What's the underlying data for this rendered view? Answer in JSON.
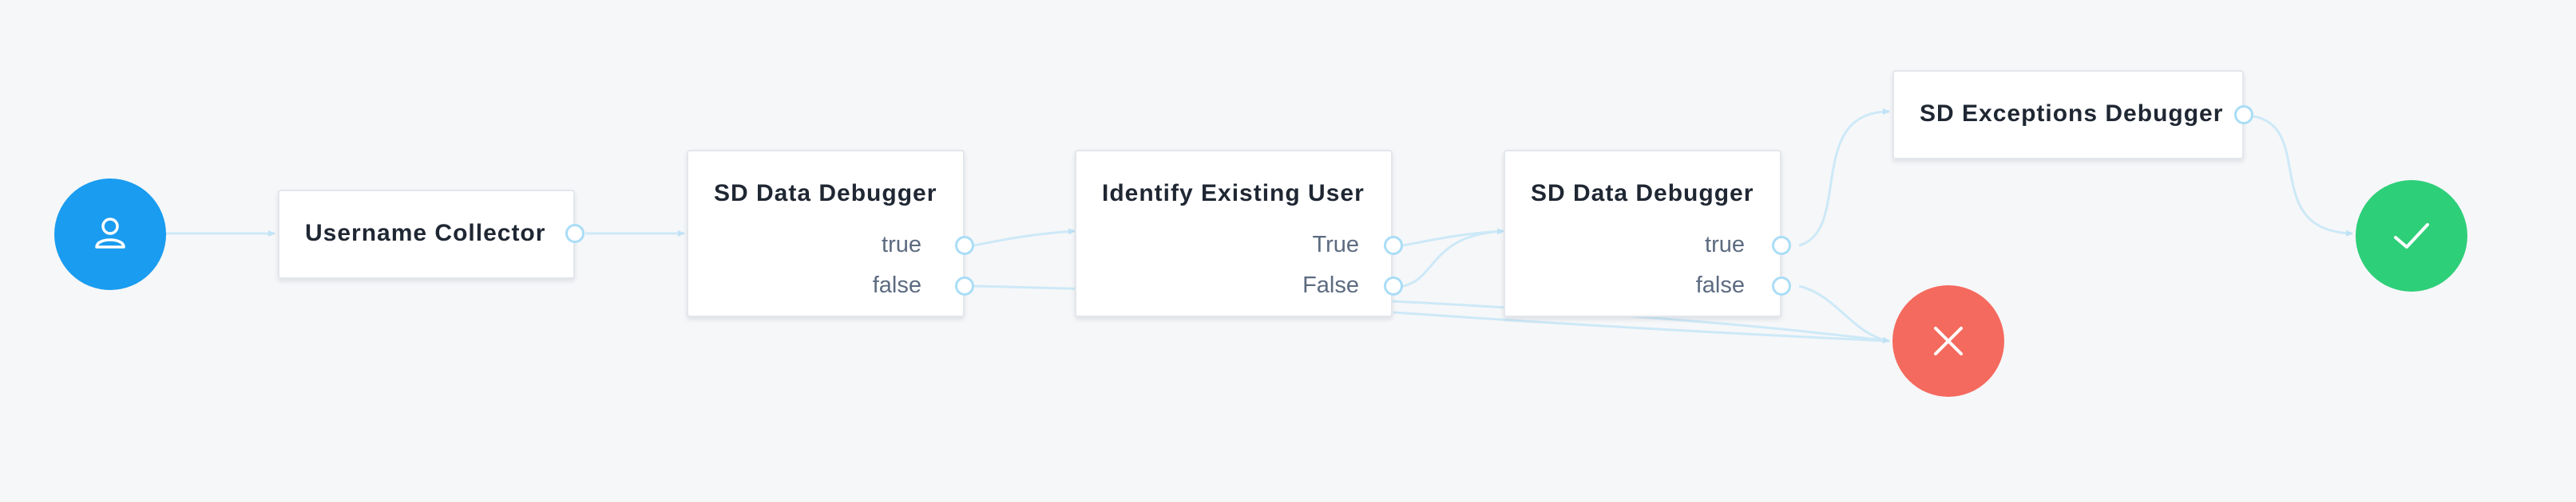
{
  "canvas": {
    "background": "#f6f7f9",
    "wire_color": "#cde9f7",
    "port_color": "#a9ddf6"
  },
  "start_node": {
    "icon": "user-icon",
    "color": "#1a9cf0"
  },
  "nodes": {
    "username_collector": {
      "title": "Username Collector"
    },
    "sd_data_debugger_1": {
      "title": "SD Data Debugger",
      "outcomes": [
        "true",
        "false"
      ]
    },
    "identify_existing_user": {
      "title": "Identify Existing User",
      "outcomes": [
        "True",
        "False"
      ]
    },
    "sd_data_debugger_2": {
      "title": "SD Data Debugger",
      "outcomes": [
        "true",
        "false"
      ]
    },
    "sd_exceptions_debugger": {
      "title": "SD Exceptions Debugger"
    }
  },
  "success_node": {
    "icon": "checkmark-icon",
    "color": "#2ecf79"
  },
  "failure_node": {
    "icon": "close-icon",
    "color": "#f56a5e"
  }
}
